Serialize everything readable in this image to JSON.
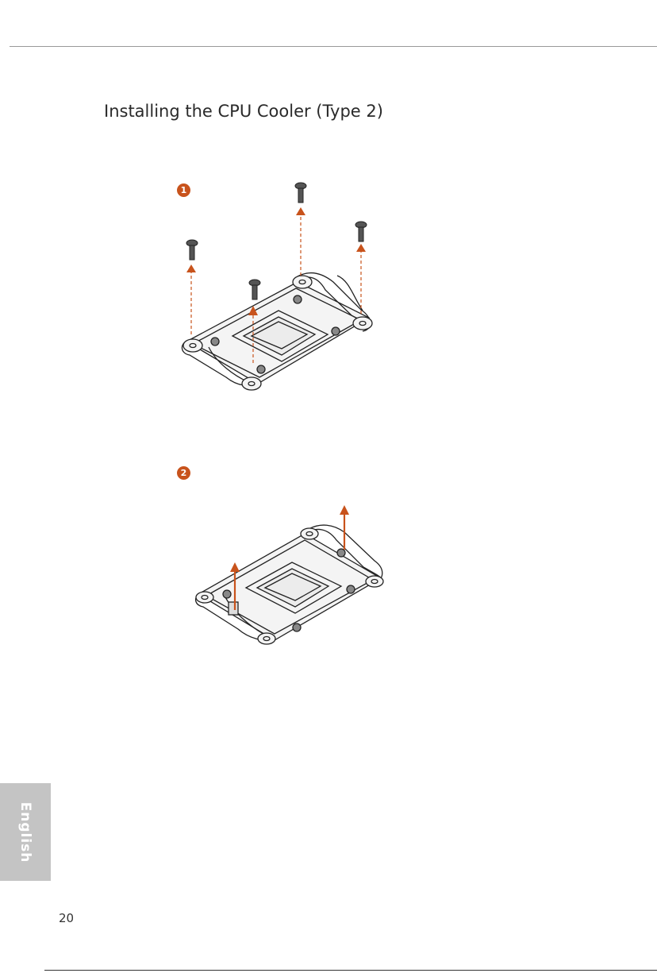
{
  "page": {
    "heading": "Installing the CPU Cooler (Type 2)",
    "steps": [
      {
        "badge": "1"
      },
      {
        "badge": "2"
      }
    ],
    "language_tab": "English",
    "page_number": "20"
  },
  "colors": {
    "accent": "#c8531c",
    "tab_gray": "#c4c4c4",
    "rule_gray": "#9a9a9a"
  }
}
